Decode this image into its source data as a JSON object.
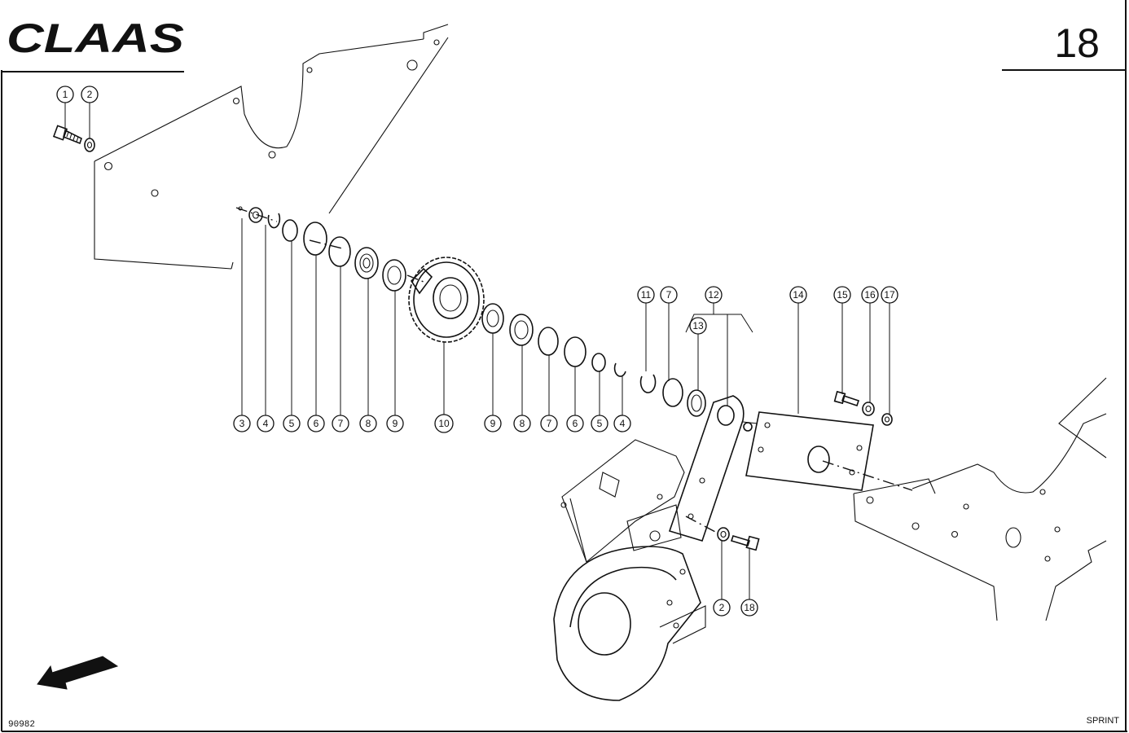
{
  "brand": {
    "logo_text": "CLAAS"
  },
  "page": {
    "number": "18"
  },
  "footer": {
    "drawing_code": "90982",
    "model": "SPRINT"
  },
  "callouts": [
    {
      "label": "1"
    },
    {
      "label": "2"
    },
    {
      "label": "3"
    },
    {
      "label": "4"
    },
    {
      "label": "5"
    },
    {
      "label": "6"
    },
    {
      "label": "7"
    },
    {
      "label": "8"
    },
    {
      "label": "9"
    },
    {
      "label": "10"
    },
    {
      "label": "9"
    },
    {
      "label": "8"
    },
    {
      "label": "7"
    },
    {
      "label": "6"
    },
    {
      "label": "5"
    },
    {
      "label": "4"
    },
    {
      "label": "11"
    },
    {
      "label": "7"
    },
    {
      "label": "12"
    },
    {
      "label": "13"
    },
    {
      "label": "14"
    },
    {
      "label": "15"
    },
    {
      "label": "16"
    },
    {
      "label": "17"
    },
    {
      "label": "2"
    },
    {
      "label": "18"
    }
  ],
  "icons": {
    "direction": "arrow-left-down-icon"
  }
}
